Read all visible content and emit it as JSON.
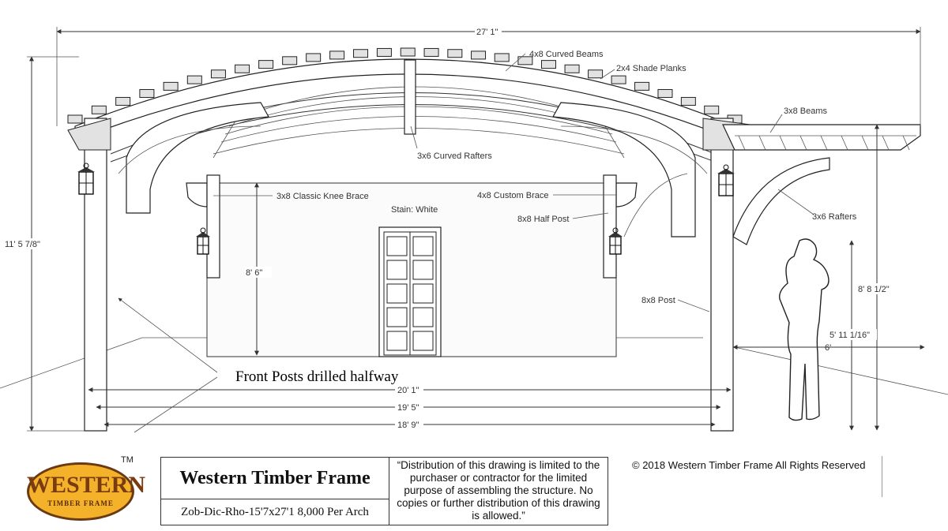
{
  "dimensions": {
    "overall_width": "27' 1\"",
    "overall_height": "11' 5 7/8\"",
    "knee_brace_height": "8' 6\"",
    "post_span_outer": "20' 1\"",
    "post_span_mid": "19' 5\"",
    "post_span_inner": "18' 9\"",
    "side_height": "8' 8 1/2\"",
    "person_height": "5' 11 1/16\"",
    "person_width": "6'"
  },
  "labels": {
    "curved_beams": "4x8 Curved Beams",
    "shade_planks": "2x4 Shade Planks",
    "beams_3x8": "3x8 Beams",
    "curved_rafters": "3x6 Curved Rafters",
    "knee_brace": "3x8 Classic Knee Brace",
    "custom_brace": "4x8 Custom Brace",
    "stain": "Stain: White",
    "half_post": "8x8 Half Post",
    "rafters_3x6": "3x6 Rafters",
    "post_8x8": "8x8 Post",
    "front_posts_note": "Front Posts drilled halfway"
  },
  "title_block": {
    "logo_name": "WESTERN",
    "logo_sub": "TIMBER FRAME",
    "trademark": "TM",
    "company": "Western Timber Frame",
    "project": "Zob-Dic-Rho-15'7x27'1 8,000 Per Arch",
    "notice": "“Distribution of this drawing is limited to the purchaser or contractor for the limited purpose of assembling the structure.  No copies or further distribution of this drawing is allowed.”",
    "copyright": "© 2018 Western Timber Frame All Rights Reserved"
  }
}
